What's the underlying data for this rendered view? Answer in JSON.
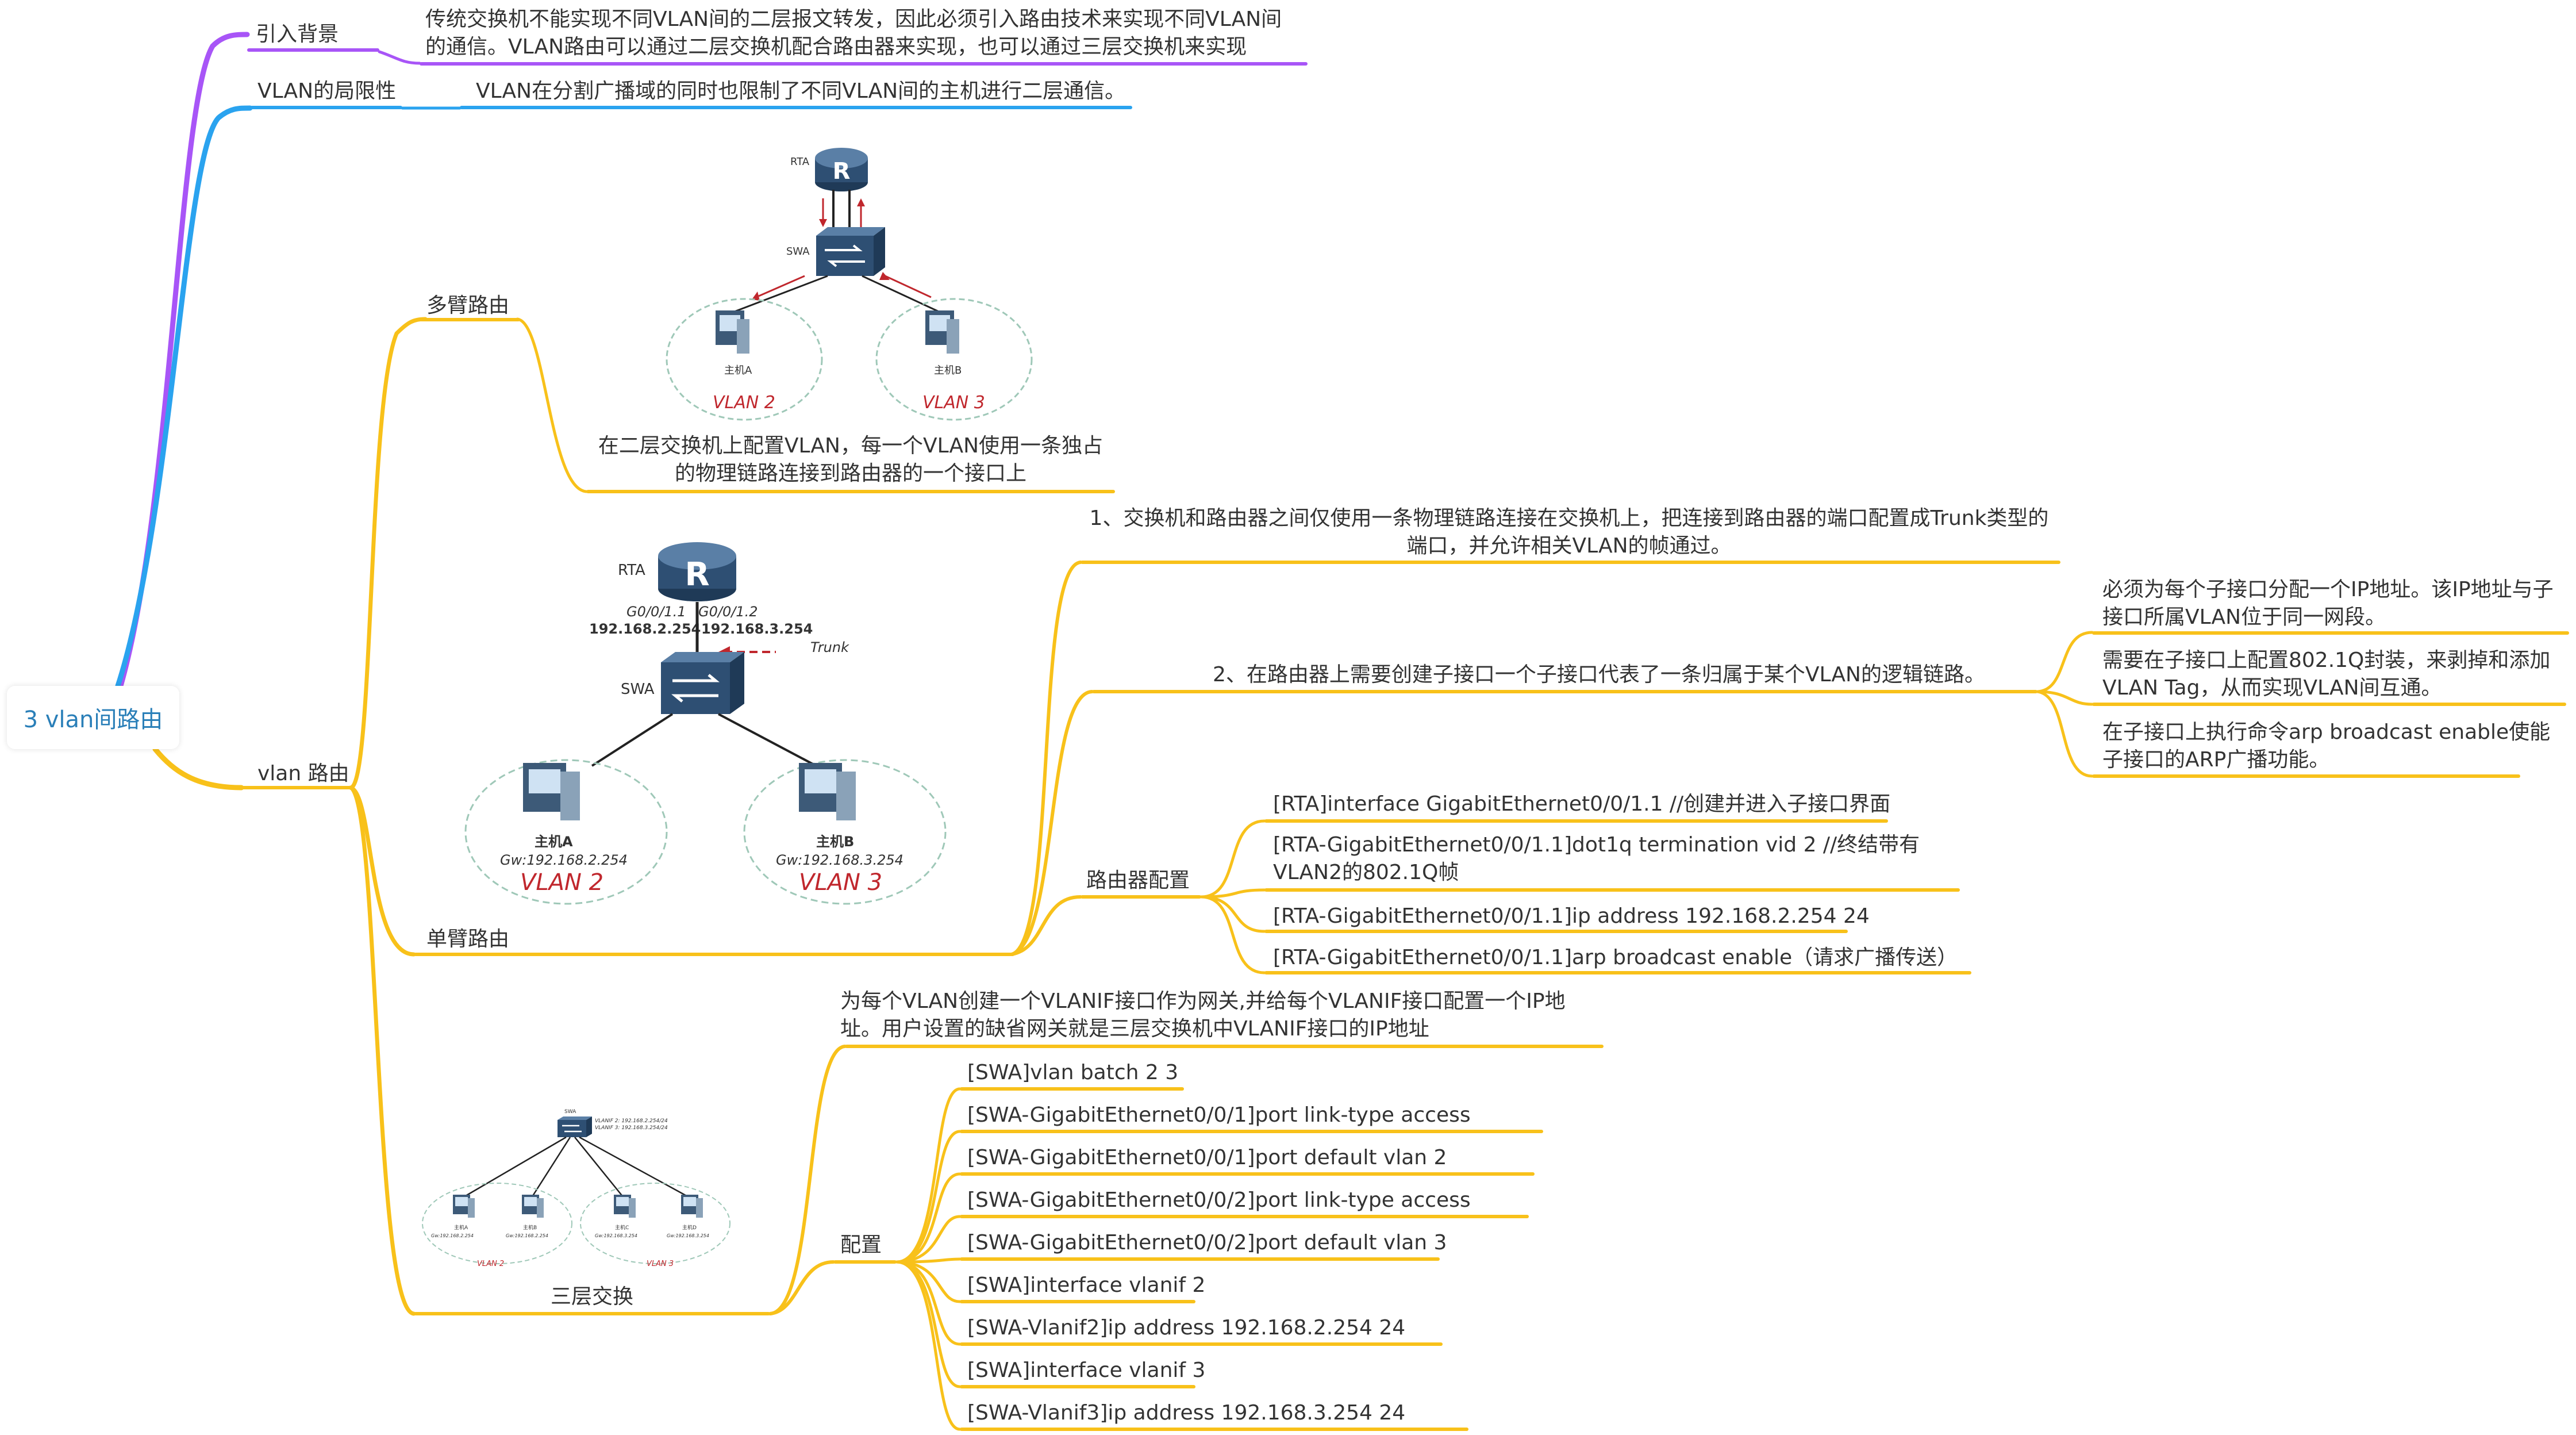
{
  "root": {
    "title": "3 vlan间路由"
  },
  "colors": {
    "purple": "#a855f7",
    "blue": "#2aa3ef",
    "orange": "#f8c11a",
    "router": "#2e4f73",
    "arrow": "#c0272d",
    "vlan_red": "#c0272d"
  },
  "intro": {
    "label": "引入背景",
    "text": "传统交换机不能实现不同VLAN间的二层报文转发，因此必须引入路由技术来实现不同VLAN间的通信。VLAN路由可以通过二层交换机配合路由器来实现，也可以通过三层交换机来实现"
  },
  "limit": {
    "label": "VLAN的局限性",
    "text": "VLAN在分割广播域的同时也限制了不同VLAN间的主机进行二层通信。"
  },
  "vlan_routing": {
    "label": "vlan 路由",
    "multi_arm": {
      "label": "多臂路由",
      "caption": "在二层交换机上配置VLAN，每一个VLAN使用一条独占的物理链路连接到路由器的一个接口上",
      "figure": {
        "router": "RTA",
        "switch": "SWA",
        "host_a": "主机A",
        "host_b": "主机B",
        "vlan_a": "VLAN 2",
        "vlan_b": "VLAN 3",
        "router_glyph": "R"
      }
    },
    "single_arm": {
      "label": "单臂路由",
      "figure": {
        "router": "RTA",
        "switch": "SWA",
        "router_glyph": "R",
        "if1": "G0/0/1.1",
        "if2": "G0/0/1.2",
        "ip1": "192.168.2.254",
        "ip2": "192.168.3.254",
        "trunk": "Trunk",
        "host_a": "主机A",
        "host_b": "主机B",
        "gw_a": "Gw:192.168.2.254",
        "gw_b": "Gw:192.168.3.254",
        "vlan_a": "VLAN 2",
        "vlan_b": "VLAN 3"
      },
      "point1": "1、交换机和路由器之间仅使用一条物理链路连接在交换机上，把连接到路由器的端口配置成Trunk类型的端口，并允许相关VLAN的帧通过。",
      "point2": "2、在路由器上需要创建子接口一个子接口代表了一条归属于某个VLAN的逻辑链路。",
      "sub_points": [
        "必须为每个子接口分配一个IP地址。该IP地址与子接口所属VLAN位于同一网段。",
        "需要在子接口上配置802.1Q封装，来剥掉和添加VLAN Tag，从而实现VLAN间互通。",
        "在子接口上执行命令arp broadcast enable使能子接口的ARP广播功能。"
      ],
      "config_label": "路由器配置",
      "configs": [
        "[RTA]interface GigabitEthernet0/0/1.1  //创建并进入子接口界面",
        "[RTA-GigabitEthernet0/0/1.1]dot1q termination vid 2       //终结带有VLAN2的802.1Q帧",
        "[RTA-GigabitEthernet0/0/1.1]ip address 192.168.2.254 24",
        "[RTA-GigabitEthernet0/0/1.1]arp broadcast enable（请求广播传送）"
      ]
    },
    "l3_switch": {
      "label": "三层交换",
      "desc": "为每个VLAN创建一个VLANIF接口作为网关,并给每个VLANIF接口配置一个IP地址。用户设置的缺省网关就是三层交换机中VLANIF接口的IP地址",
      "config_label": "配置",
      "configs": [
        "[SWA]vlan batch 2 3",
        "[SWA-GigabitEthernet0/0/1]port link-type access",
        "[SWA-GigabitEthernet0/0/1]port default vlan 2",
        "[SWA-GigabitEthernet0/0/2]port link-type access",
        "[SWA-GigabitEthernet0/0/2]port default vlan 3",
        "[SWA]interface vlanif 2",
        "[SWA-Vlanif2]ip address 192.168.2.254 24",
        "[SWA]interface vlanif 3",
        "[SWA-Vlanif3]ip address 192.168.3.254 24"
      ],
      "figure": {
        "switch": "SWA",
        "vlanif2": "VLANIF 2: 192.168.2.254/24",
        "vlanif3": "VLANIF 3: 192.168.3.254/24",
        "hosts": [
          "主机A",
          "主机B",
          "主机C",
          "主机D"
        ],
        "gws": [
          "Gw:192.168.2.254",
          "Gw:192.168.2.254",
          "Gw:192.168.3.254",
          "Gw:192.168.3.254"
        ],
        "vlan_a": "VLAN 2",
        "vlan_b": "VLAN 3"
      }
    }
  }
}
